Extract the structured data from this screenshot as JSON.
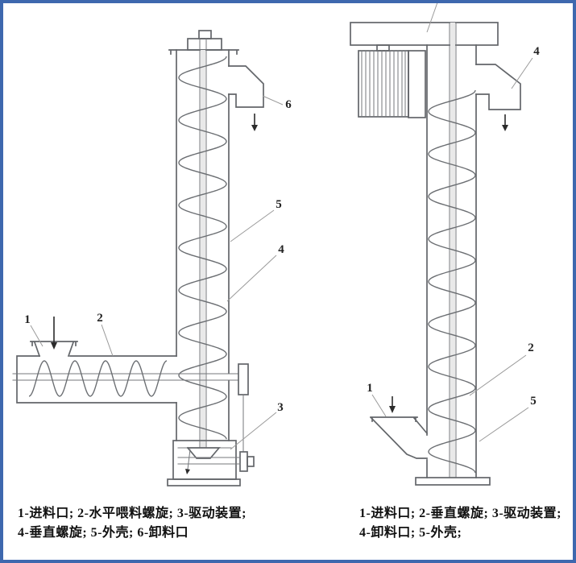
{
  "frame": {
    "border_color": "#3e68ae",
    "background": "#ffffff"
  },
  "colors": {
    "line": "#63666a",
    "leader": "#9a9a9a",
    "text": "#111111"
  },
  "diagram": {
    "left_figure": {
      "labels": {
        "l1": "1",
        "l2": "2",
        "l3": "3",
        "l4": "4",
        "l5": "5",
        "l6": "6"
      },
      "caption": {
        "line1": "1-进料口; 2-水平喂料螺旋; 3-驱动装置;",
        "line2": "4-垂直螺旋; 5-外壳; 6-卸料口"
      }
    },
    "right_figure": {
      "labels": {
        "l1": "1",
        "l2": "2",
        "l4": "4",
        "l5": "5"
      },
      "caption": {
        "line1": "1-进料口; 2-垂直螺旋; 3-驱动装置;",
        "line2": "4-卸料口; 5-外壳;"
      }
    }
  }
}
